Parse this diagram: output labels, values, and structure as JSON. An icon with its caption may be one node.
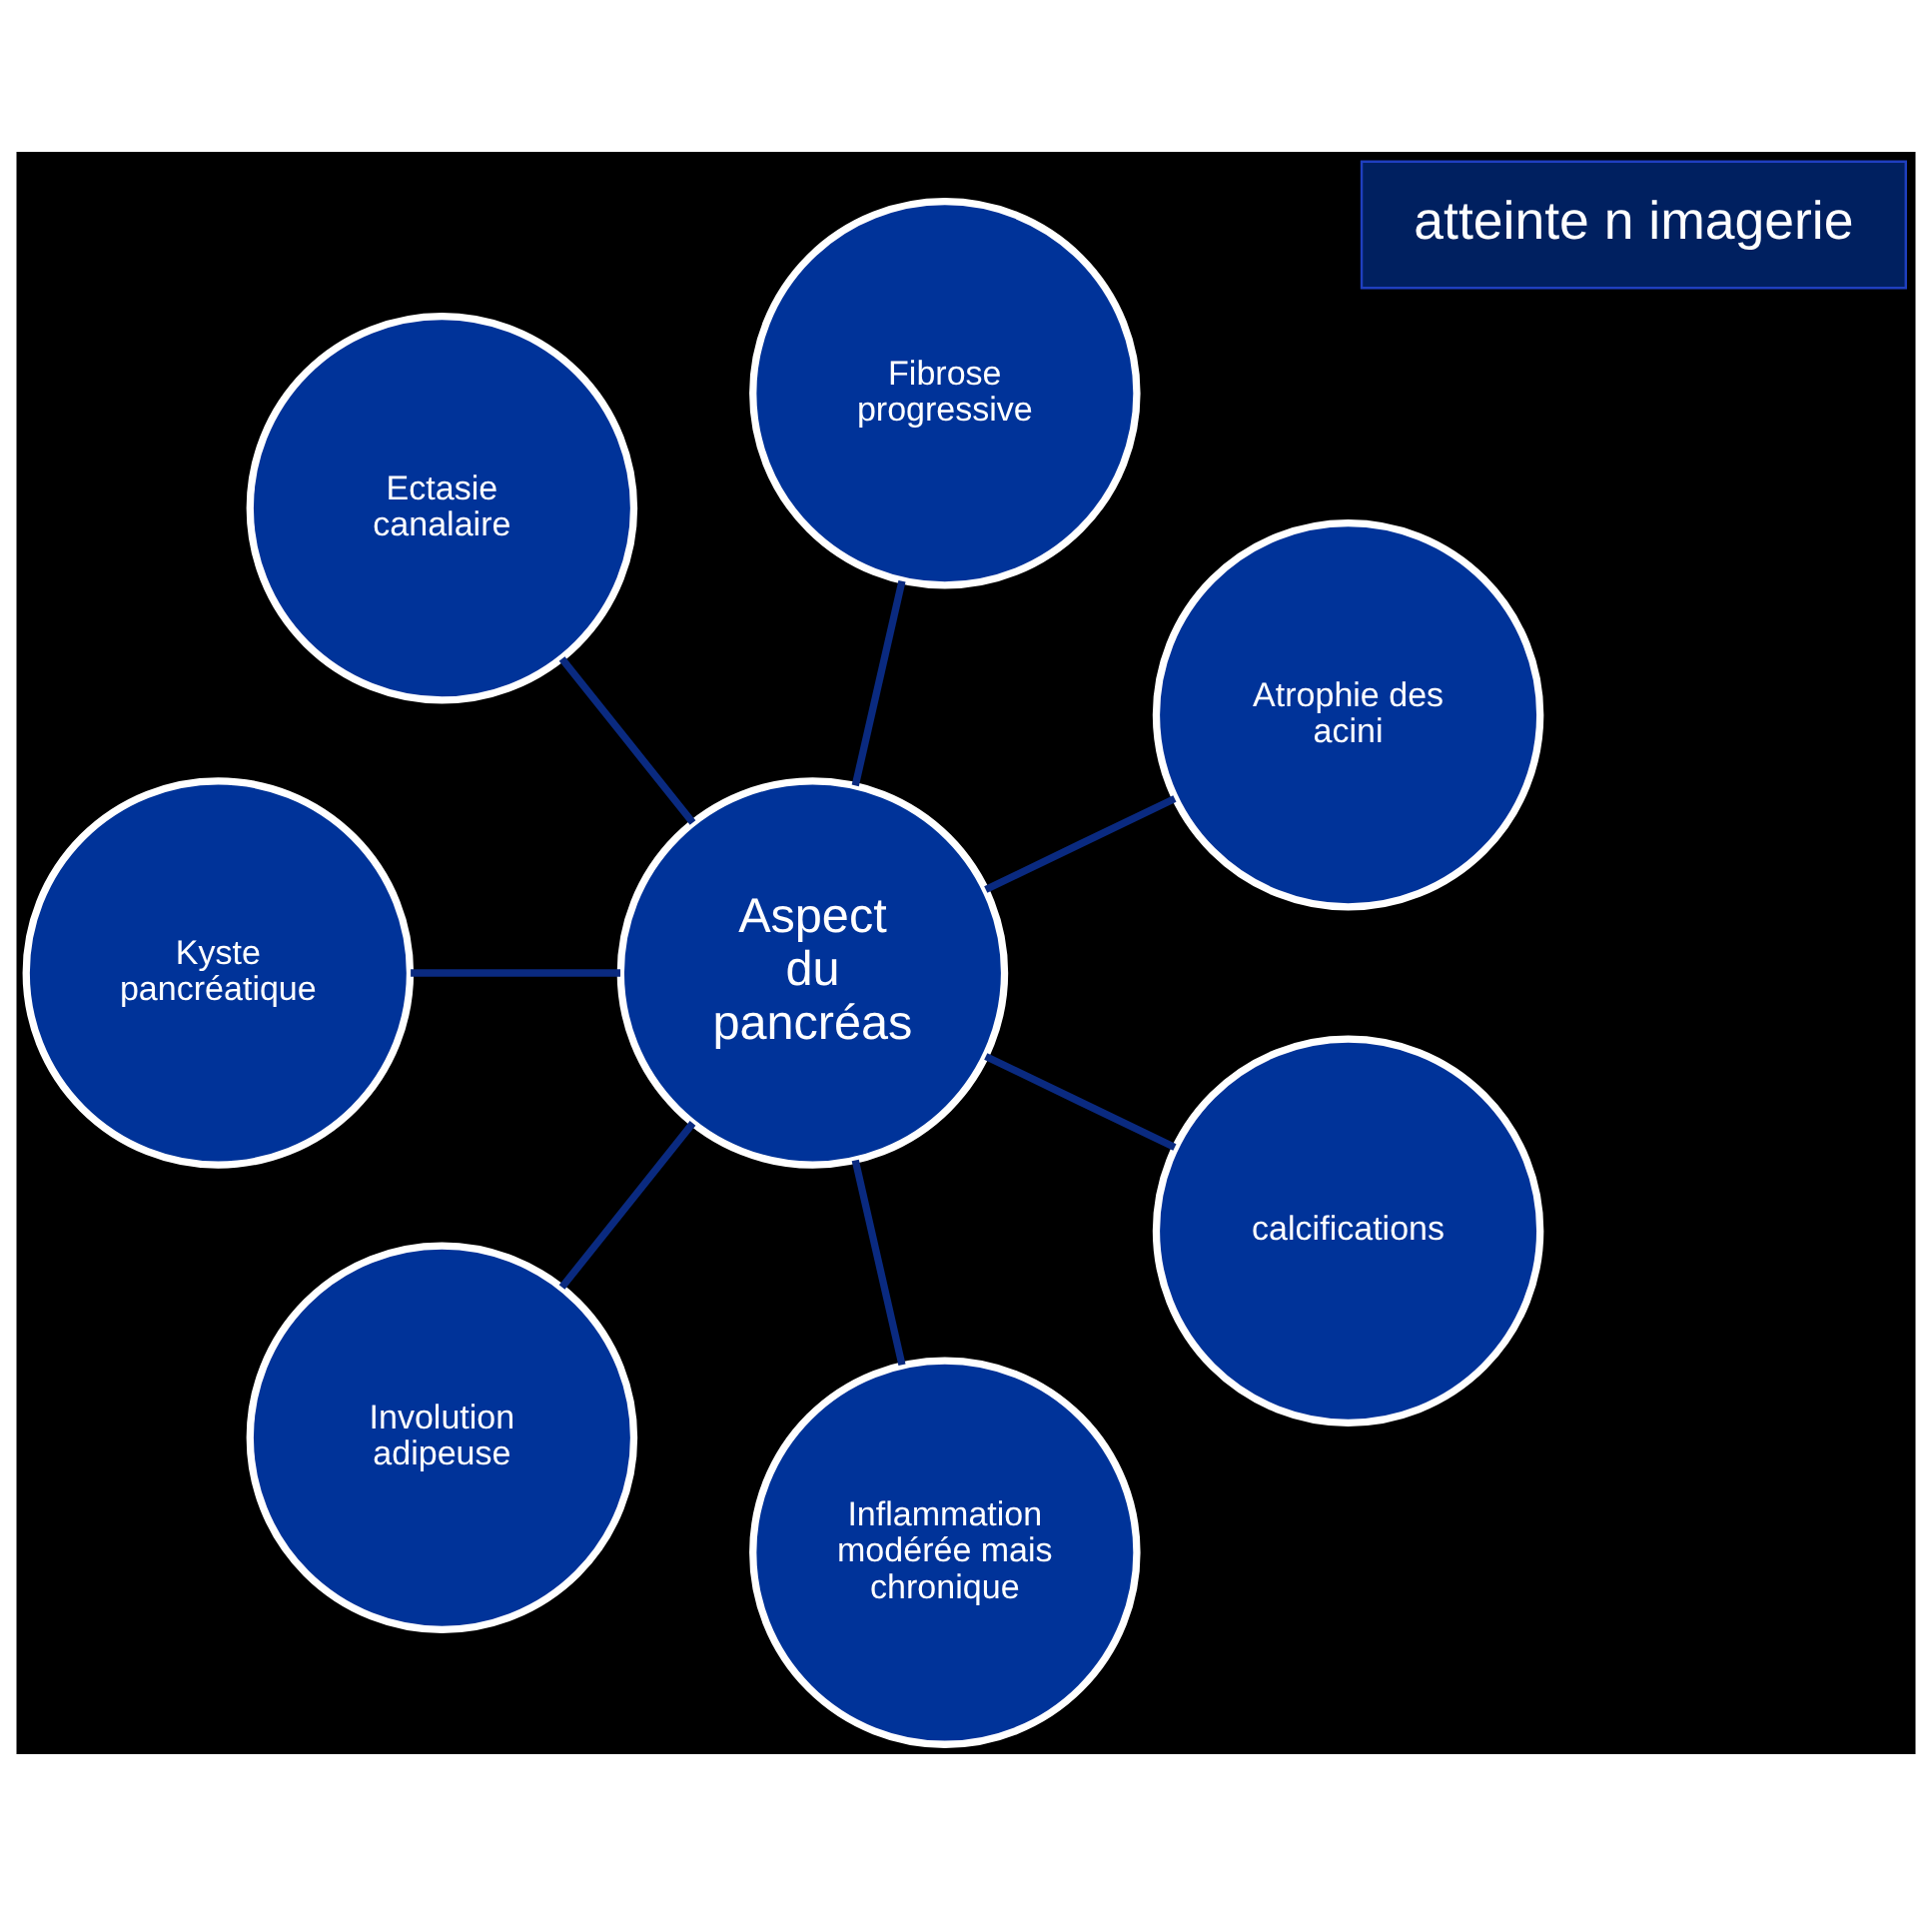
{
  "diagram": {
    "nodes": [
      {
        "text": [
          "atteinte n imagerie"
        ]
      },
      {
        "text": [
          "Aspect du pancréas"
        ]
      },
      {
        "text": [
          "Atrophie des acini"
        ]
      },
      {
        "text": [
          "Fibrose progressive"
        ]
      },
      {
        "text": [
          "Ectasie canalaire"
        ]
      },
      {
        "text": [
          "Kyste pancréatique"
        ]
      },
      {
        "text": [
          "Involution adipeuse"
        ]
      },
      {
        "text": [
          "Inflammation modérée mais chronique"
        ]
      },
      {
        "text": [
          "calcifications"
        ]
      }
    ],
    "edges": [
      {
        "from": 1,
        "to": 2,
        "arrow": "none"
      },
      {
        "from": 1,
        "to": 3,
        "arrow": "none"
      },
      {
        "from": 1,
        "to": 4,
        "arrow": "none"
      },
      {
        "from": 1,
        "to": 5,
        "arrow": "none"
      },
      {
        "from": 1,
        "to": 6,
        "arrow": "none"
      },
      {
        "from": 1,
        "to": 7,
        "arrow": "none"
      },
      {
        "from": 1,
        "to": 8,
        "arrow": "none"
      }
    ]
  }
}
